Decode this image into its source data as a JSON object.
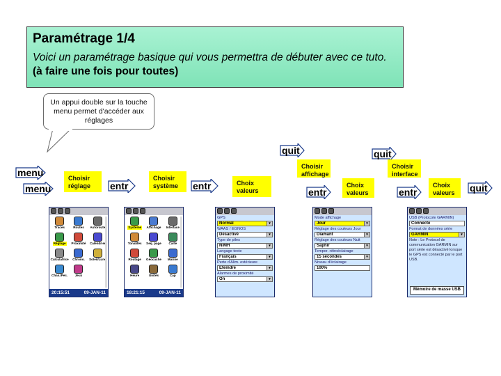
{
  "header": {
    "title": "Paramétrage  1/4",
    "subtitle_italic": "Voici un paramétrage basique qui vous permettra de débuter avec ce tuto.",
    "subtitle_bold": "(à faire une fois pour toutes)"
  },
  "callout": {
    "text": "Un appui double sur la touche menu permet d'accéder aux réglages"
  },
  "arrows": {
    "menu1": "menu",
    "menu2": "menu",
    "entr1": "entr",
    "entr2": "entr",
    "entr3": "entr",
    "entr4": "entr",
    "quit1": "quit",
    "quit2": "quit",
    "quit3": "quit"
  },
  "labels": {
    "choisir_reglage": "Choisir réglage",
    "choisir_systeme": "Choisir système",
    "choix_valeurs_1": "Choix valeurs",
    "choisir_affichage": "Choisir affichage",
    "choix_valeurs_2": "Choix valeurs",
    "choisir_interface": "Choisir interface",
    "choix_valeurs_3": "Choix valeurs"
  },
  "screen1": {
    "items": [
      {
        "label": "Traces",
        "icon": "footprints-icon",
        "color": "#d08a3a"
      },
      {
        "label": "Routes",
        "icon": "routes-icon",
        "color": "#3a7ad0"
      },
      {
        "label": "Autoroute",
        "icon": "autoroute-icon",
        "color": "#6a6a6a"
      },
      {
        "label": "Réglage",
        "icon": "settings-icon",
        "color": "#3a9a4a",
        "selected": true
      },
      {
        "label": "Proximité",
        "icon": "proximity-icon",
        "color": "#d04a3a"
      },
      {
        "label": "Calendrier",
        "icon": "calendar-icon",
        "color": "#4a4ad0"
      },
      {
        "label": "Calculatrice",
        "icon": "calculator-icon",
        "color": "#8a8a8a"
      },
      {
        "label": "Chrono.",
        "icon": "stopwatch-icon",
        "color": "#3a6ad0"
      },
      {
        "label": "Soleil/Lune",
        "icon": "sun-moon-icon",
        "color": "#d0b03a"
      },
      {
        "label": "Chas./Pec.",
        "icon": "hunt-fish-icon",
        "color": "#3a8ad0"
      },
      {
        "label": "Jeux",
        "icon": "games-icon",
        "color": "#c03a8a"
      }
    ],
    "time": "20:15:51",
    "date": "09-JAN-11"
  },
  "screen2": {
    "items": [
      {
        "label": "Système",
        "icon": "system-icon",
        "color": "#3a9a4a",
        "selected": true
      },
      {
        "label": "Affichage",
        "icon": "display-icon",
        "color": "#4a7ad0"
      },
      {
        "label": "Interface",
        "icon": "interface-icon",
        "color": "#6a6a6a"
      },
      {
        "label": "Tonalités",
        "icon": "tones-icon",
        "color": "#d08a3a"
      },
      {
        "label": "Seq. page",
        "icon": "page-sequence-icon",
        "color": "#4a4ad0"
      },
      {
        "label": "Carte",
        "icon": "map-icon",
        "color": "#3a8a5a"
      },
      {
        "label": "Routage",
        "icon": "routing-icon",
        "color": "#d04a3a"
      },
      {
        "label": "Géocache",
        "icon": "geocache-icon",
        "color": "#3a9a4a"
      },
      {
        "label": "Marine",
        "icon": "marine-icon",
        "color": "#3a6ad0"
      },
      {
        "label": "Heure",
        "icon": "clock-icon",
        "color": "#4a4a8a"
      },
      {
        "label": "Unités",
        "icon": "units-icon",
        "color": "#8a6a3a"
      },
      {
        "label": "Cap",
        "icon": "heading-icon",
        "color": "#3a7ad0"
      }
    ],
    "time": "18:21:15",
    "date": "09-JAN-11"
  },
  "screen3": {
    "fields": [
      {
        "label": "GPS",
        "value": "Normal",
        "highlight": true
      },
      {
        "label": "WAAS / EGNOS",
        "value": "Désactivé"
      },
      {
        "label": "Type de piles",
        "value": "NiMH"
      },
      {
        "label": "Langage texte",
        "value": "Français"
      },
      {
        "label": "Perte d'Alim. extérieure",
        "value": "Eteindre"
      },
      {
        "label": "Alarmes de proximité",
        "value": "On"
      }
    ]
  },
  "screen4": {
    "fields": [
      {
        "label": "Mode affichage",
        "value": "Jour",
        "highlight": true
      },
      {
        "label": "Réglage des couleurs Jour",
        "value": "Diamant"
      },
      {
        "label": "Réglage des couleurs Nuit",
        "value": "Saphir"
      },
      {
        "label": "Tempor. rétroéclairage",
        "value": "15 secondes"
      },
      {
        "label": "Niveau d'éclairage",
        "value": "100%",
        "nodrop": true
      }
    ]
  },
  "screen5": {
    "title": "USB (Protocole GARMIN)",
    "status": "Connecté",
    "format_label": "Format de données série",
    "format_value": "GARMIN",
    "note": "Note : Le Protocol de communication GARMIN sur port série est désactivé lorsque le GPS est connecté par le port USB.",
    "button": "Mémoire de masse USB"
  }
}
